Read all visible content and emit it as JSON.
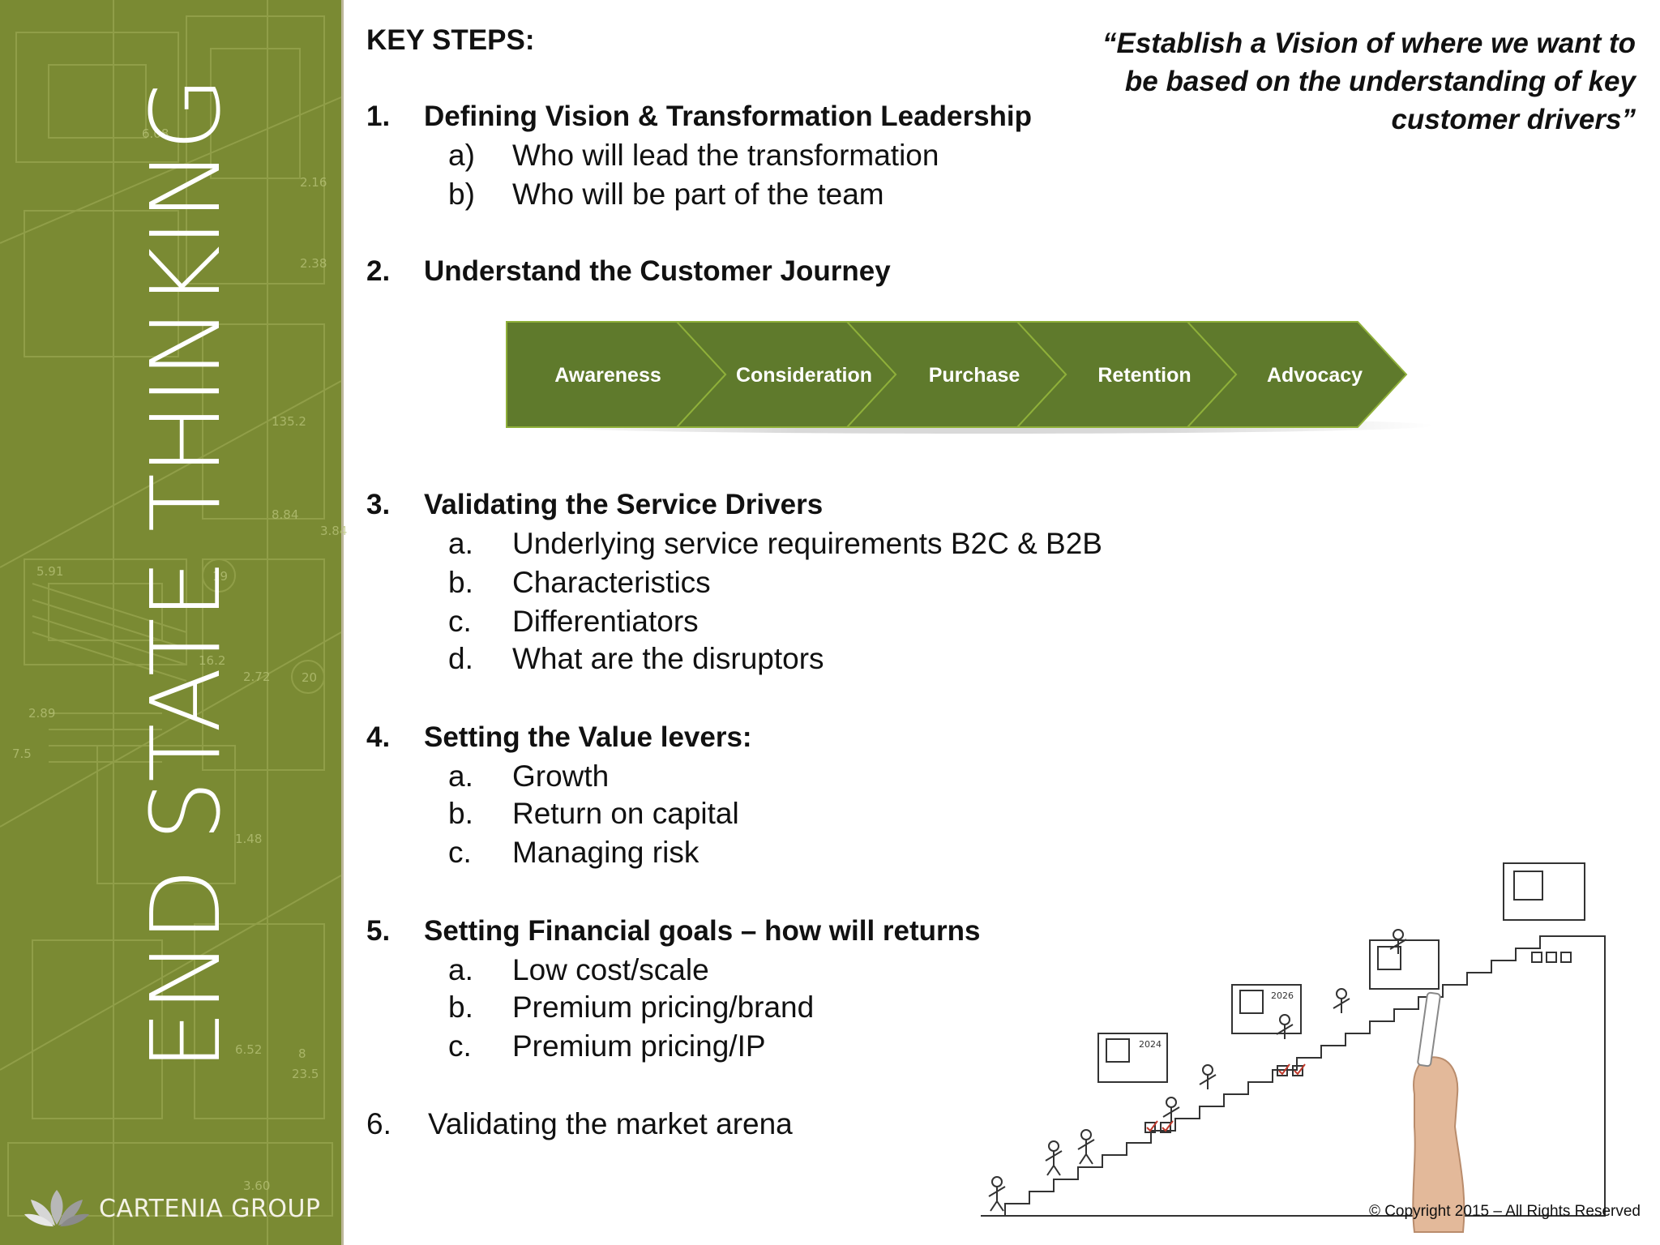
{
  "sidebar": {
    "title": "END STATE THINKING",
    "logo_text": "CARTENIA GROUP",
    "blueprint_numbers": [
      "6.08",
      "2.16",
      "2.38",
      "135.2",
      "8.84",
      "3.84",
      "5.91",
      "19",
      "20",
      "2.72",
      "16.2",
      "2.89",
      "7.5",
      "1.48",
      "6.52",
      "8",
      "23.5",
      "3.60"
    ]
  },
  "quote": "“Establish a Vision of where we want to be based on the understanding of key customer drivers”",
  "heading": "KEY STEPS:",
  "steps": [
    {
      "num": "1.",
      "title": "Defining Vision & Transformation Leadership",
      "items": [
        {
          "mark": "a)",
          "text": "Who will lead the transformation"
        },
        {
          "mark": "b)",
          "text": "Who will be part of the team"
        }
      ]
    },
    {
      "num": "2.",
      "title": "Understand the Customer Journey",
      "items": []
    },
    {
      "num": "3.",
      "title": "Validating the Service Drivers",
      "items": [
        {
          "mark": "a.",
          "text": "Underlying service requirements B2C & B2B"
        },
        {
          "mark": "b.",
          "text": "Characteristics"
        },
        {
          "mark": "c.",
          "text": "Differentiators"
        },
        {
          "mark": "d.",
          "text": "What are the disruptors"
        }
      ]
    },
    {
      "num": "4.",
      "title": "Setting the Value levers:",
      "items": [
        {
          "mark": "a.",
          "text": "Growth"
        },
        {
          "mark": "b.",
          "text": "Return on capital"
        },
        {
          "mark": "c.",
          "text": "Managing risk"
        }
      ]
    },
    {
      "num": "5.",
      "title": "Setting Financial goals – how will returns",
      "items": [
        {
          "mark": "a.",
          "text": "Low cost/scale"
        },
        {
          "mark": "b.",
          "text": "Premium pricing/brand"
        },
        {
          "mark": "c.",
          "text": "Premium pricing/IP"
        }
      ]
    },
    {
      "num": "6.",
      "title": "Validating the market arena",
      "items": []
    }
  ],
  "journey": {
    "stages": [
      "Awareness",
      "Consideration",
      "Purchase",
      "Retention",
      "Advocacy"
    ],
    "fill_color": "#5f7a2c",
    "edge_color": "#8fb03a"
  },
  "illustration": {
    "description_icons": [
      "staircase-icon",
      "hand-drawing-icon",
      "checkbox-icon"
    ],
    "labels": [
      "2024",
      "2026"
    ]
  },
  "copyright": "© Copyright 2015 – All Rights Reserved"
}
